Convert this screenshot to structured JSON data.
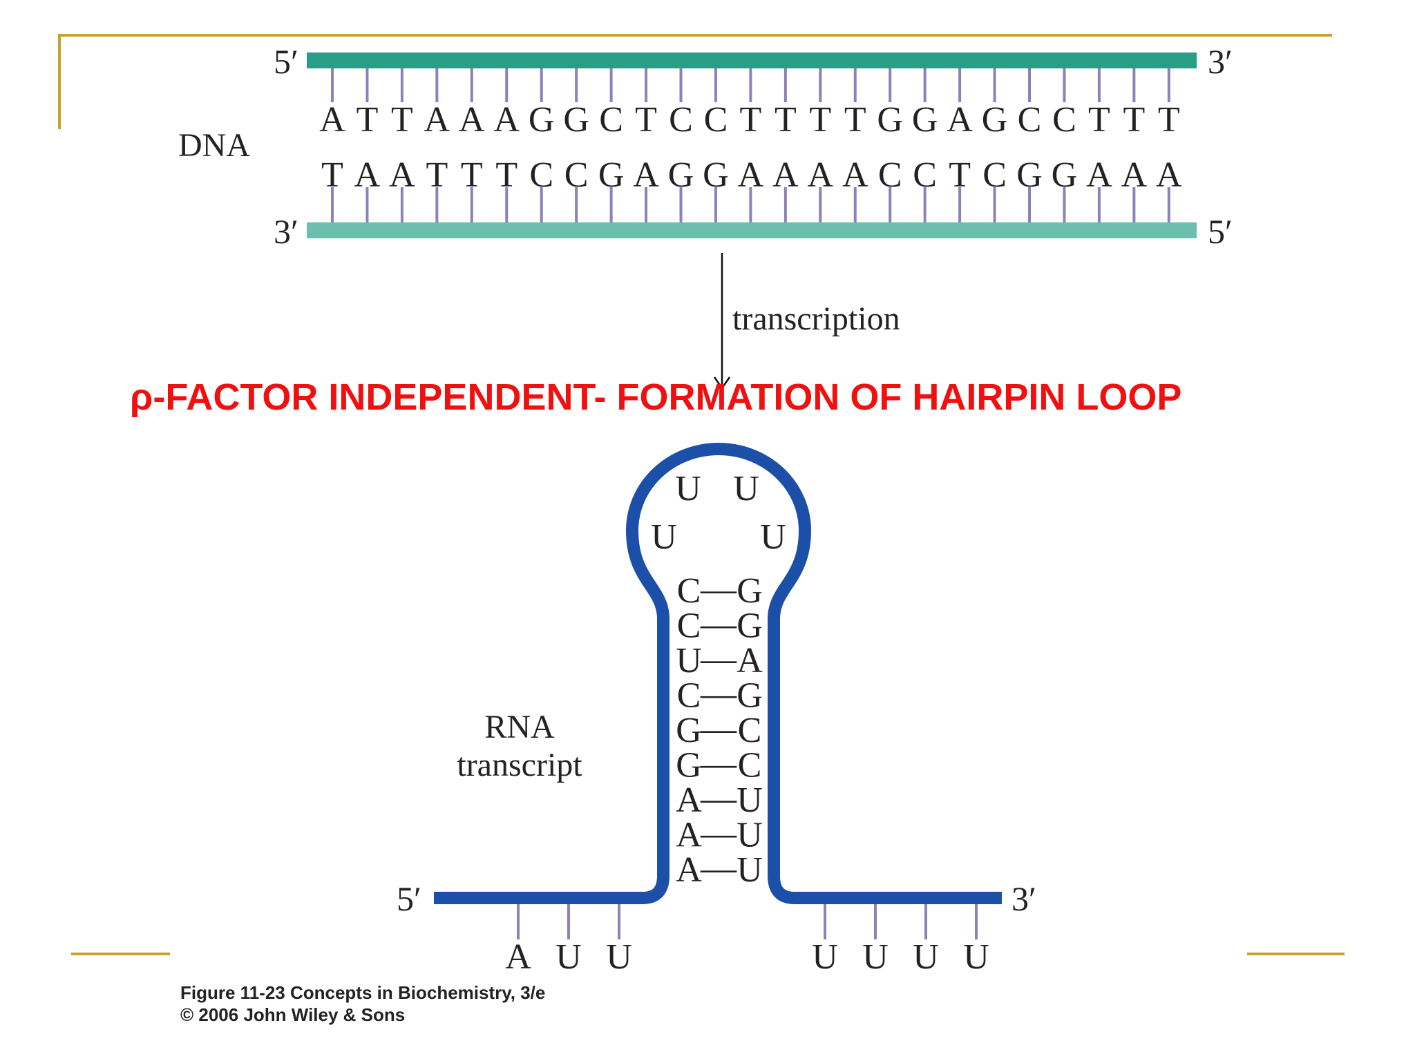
{
  "colors": {
    "frame_gold": "#C9A227",
    "dna_top_strand": "#2A9D86",
    "dna_bottom_strand": "#6CBFAE",
    "base_tick": "#8E80B8",
    "rna_strand": "#1B4FA8",
    "title_red": "#F01010",
    "text": "#222222"
  },
  "dna": {
    "label": "DNA",
    "top_strand": {
      "left_end": "5′",
      "right_end": "3′",
      "bases": [
        "A",
        "T",
        "T",
        "A",
        "A",
        "A",
        "G",
        "G",
        "C",
        "T",
        "C",
        "C",
        "T",
        "T",
        "T",
        "T",
        "G",
        "G",
        "A",
        "G",
        "C",
        "C",
        "T",
        "T",
        "T"
      ]
    },
    "bottom_strand": {
      "left_end": "3′",
      "right_end": "5′",
      "bases": [
        "T",
        "A",
        "A",
        "T",
        "T",
        "T",
        "C",
        "C",
        "G",
        "A",
        "G",
        "G",
        "A",
        "A",
        "A",
        "A",
        "C",
        "C",
        "T",
        "C",
        "G",
        "G",
        "A",
        "A",
        "A"
      ]
    }
  },
  "arrow_label": "transcription",
  "title": "ρ-FACTOR INDEPENDENT- FORMATION OF HAIRPIN LOOP",
  "rna": {
    "label_line1": "RNA",
    "label_line2": "transcript",
    "five_prime": "5′",
    "three_prime": "3′",
    "loop": {
      "top_left": "U",
      "top_right": "U",
      "left": "U",
      "right": "U"
    },
    "stem_pairs": [
      {
        "left": "C",
        "right": "G"
      },
      {
        "left": "C",
        "right": "G"
      },
      {
        "left": "U",
        "right": "A"
      },
      {
        "left": "C",
        "right": "G"
      },
      {
        "left": "G",
        "right": "C"
      },
      {
        "left": "G",
        "right": "C"
      },
      {
        "left": "A",
        "right": "U"
      },
      {
        "left": "A",
        "right": "U"
      },
      {
        "left": "A",
        "right": "U"
      }
    ],
    "pair_bond": "—",
    "left_tail_bases": [
      "A",
      "U",
      "U"
    ],
    "right_tail_bases": [
      "U",
      "U",
      "U",
      "U"
    ]
  },
  "caption": {
    "line1": "Figure 11-23  Concepts in Biochemistry, 3/e",
    "line2": "© 2006 John Wiley & Sons"
  }
}
